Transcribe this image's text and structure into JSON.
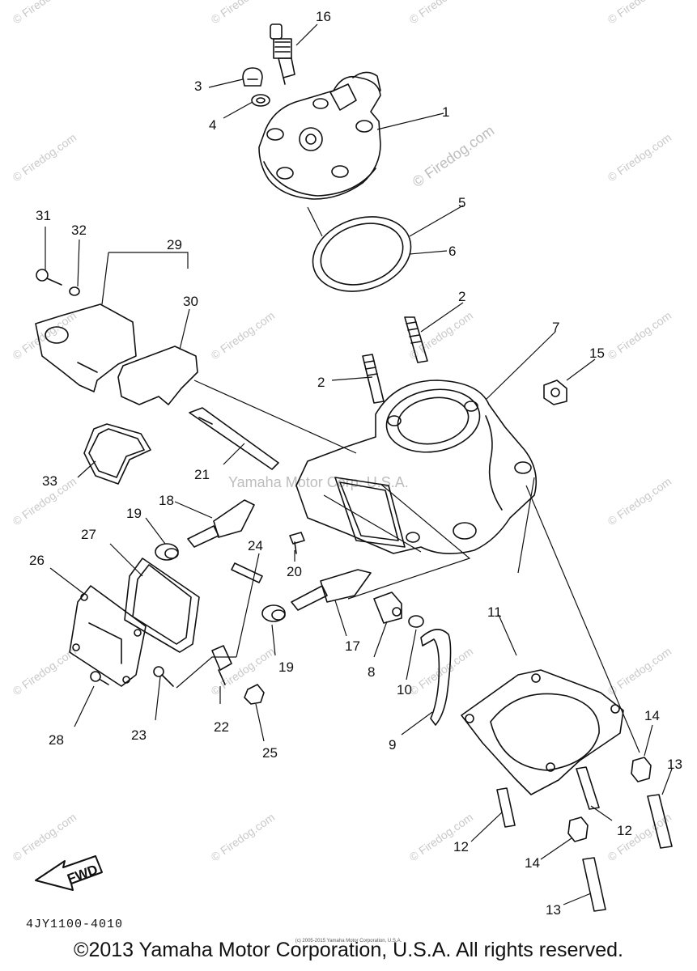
{
  "diagram": {
    "part_code": "4JY1100-4010",
    "fwd_label": "FWD",
    "center_watermark": "Yamaha Motor Corp. U.S.A.",
    "small_notice": "(c) 2005-2015 Yamaha Motor Corporation, U.S.A.",
    "watermark_text": "© Firedog.com",
    "callouts": [
      "1",
      "2",
      "3",
      "4",
      "5",
      "6",
      "7",
      "8",
      "9",
      "10",
      "11",
      "12",
      "13",
      "14",
      "15",
      "16",
      "17",
      "18",
      "19",
      "20",
      "21",
      "22",
      "23",
      "24",
      "25",
      "26",
      "27",
      "28",
      "29",
      "30",
      "31",
      "32",
      "33"
    ],
    "footer": "©2013 Yamaha Motor Corporation, U.S.A. All rights reserved."
  }
}
